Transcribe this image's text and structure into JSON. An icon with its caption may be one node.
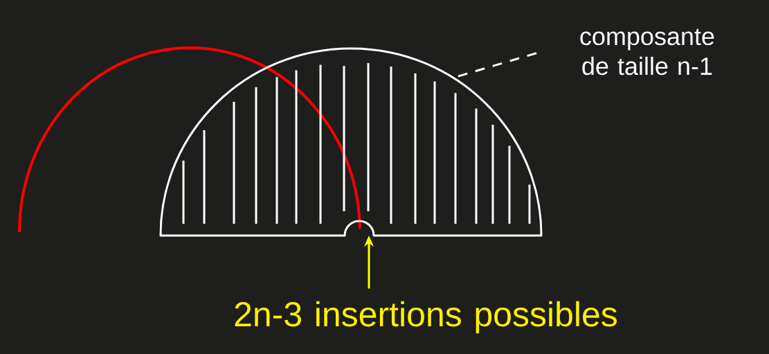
{
  "diagram": {
    "nodes": [
      {
        "text": [
          "composante de taille n-1"
        ]
      },
      {
        "text": [],
        "shape": "semicircle"
      },
      {
        "text": [
          "2n-3 insertions possibles"
        ]
      }
    ],
    "edges": [
      {
        "from": 0,
        "to": 1,
        "arrow": "none",
        "style": "dashed"
      },
      {
        "from": 2,
        "to": 1,
        "arrow": "to",
        "color": "#ffff00"
      }
    ]
  }
}
